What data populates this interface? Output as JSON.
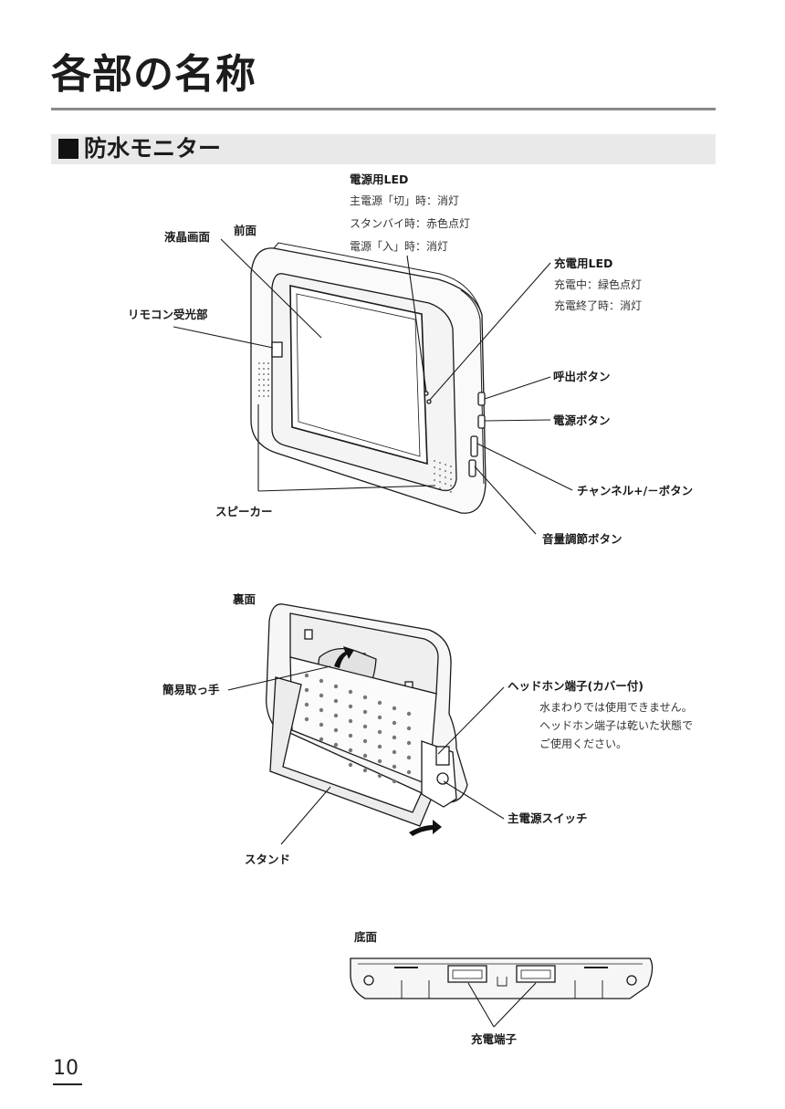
{
  "page": {
    "title": "各部の名称",
    "section": "防水モニター",
    "page_number": "10"
  },
  "front": {
    "view_label": "前面",
    "lcd": "液晶画面",
    "remote_receiver": "リモコン受光部",
    "speaker": "スピーカー",
    "power_led": {
      "title": "電源用LED",
      "lines": [
        "主電源「切」時：消灯",
        "スタンバイ時：赤色点灯",
        "電源「入」時：消灯"
      ]
    },
    "charge_led": {
      "title": "充電用LED",
      "lines": [
        "充電中：緑色点灯",
        "充電終了時：消灯"
      ]
    },
    "call_button": "呼出ボタン",
    "power_button": "電源ボタン",
    "channel_button": "チャンネル+/－ボタン",
    "volume_button": "音量調節ボタン"
  },
  "back": {
    "view_label": "裏面",
    "handle": "簡易取っ手",
    "headphone": {
      "title": "ヘッドホン端子(カバー付)",
      "lines": [
        "水まわりでは使用できません。",
        "ヘッドホン端子は乾いた状態で",
        "ご使用ください。"
      ]
    },
    "main_switch": "主電源スイッチ",
    "stand": "スタンド"
  },
  "bottom": {
    "view_label": "底面",
    "charge_terminal": "充電端子"
  },
  "colors": {
    "rule": "#8a8a8a",
    "section_bg": "#e9e9e9",
    "line": "#1a1a1a"
  }
}
